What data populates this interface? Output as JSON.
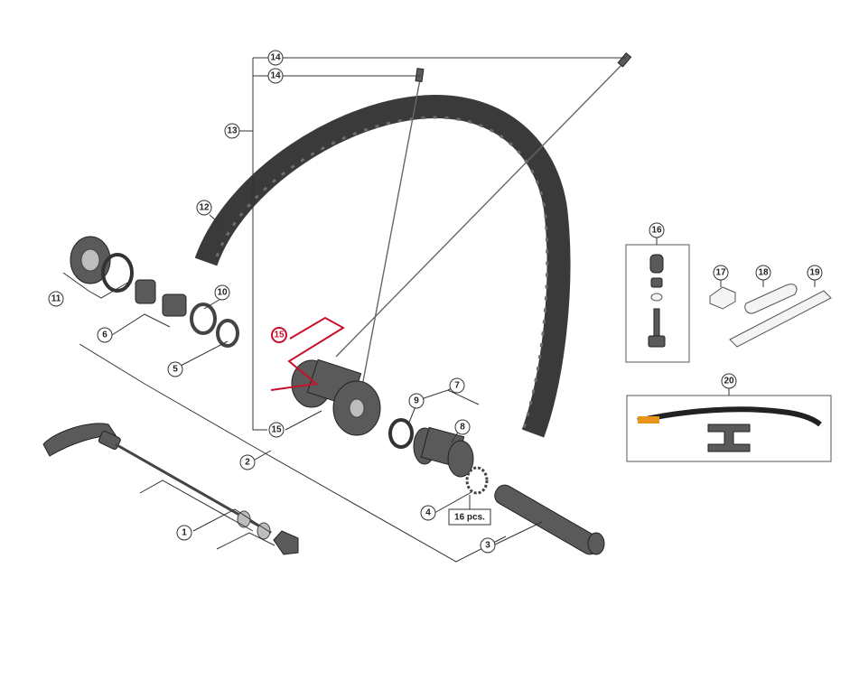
{
  "callouts": [
    {
      "id": "c14a",
      "label": "14"
    },
    {
      "id": "c14b",
      "label": "14"
    },
    {
      "id": "c13",
      "label": "13"
    },
    {
      "id": "c12",
      "label": "12"
    },
    {
      "id": "c11",
      "label": "11"
    },
    {
      "id": "c10",
      "label": "10"
    },
    {
      "id": "c6",
      "label": "6"
    },
    {
      "id": "c5",
      "label": "5"
    },
    {
      "id": "c15a",
      "label": "15",
      "highlighted": true
    },
    {
      "id": "c15b",
      "label": "15"
    },
    {
      "id": "c9",
      "label": "9"
    },
    {
      "id": "c7",
      "label": "7"
    },
    {
      "id": "c8",
      "label": "8"
    },
    {
      "id": "c2",
      "label": "2"
    },
    {
      "id": "c4",
      "label": "4"
    },
    {
      "id": "c3",
      "label": "3"
    },
    {
      "id": "c1",
      "label": "1"
    },
    {
      "id": "c16",
      "label": "16"
    },
    {
      "id": "c17",
      "label": "17"
    },
    {
      "id": "c18",
      "label": "18"
    },
    {
      "id": "c19",
      "label": "19"
    },
    {
      "id": "c20",
      "label": "20"
    }
  ],
  "quantity_note": "16 pcs.",
  "colors": {
    "highlight": "#c8102e",
    "part_dark": "#3a3a3a"
  }
}
